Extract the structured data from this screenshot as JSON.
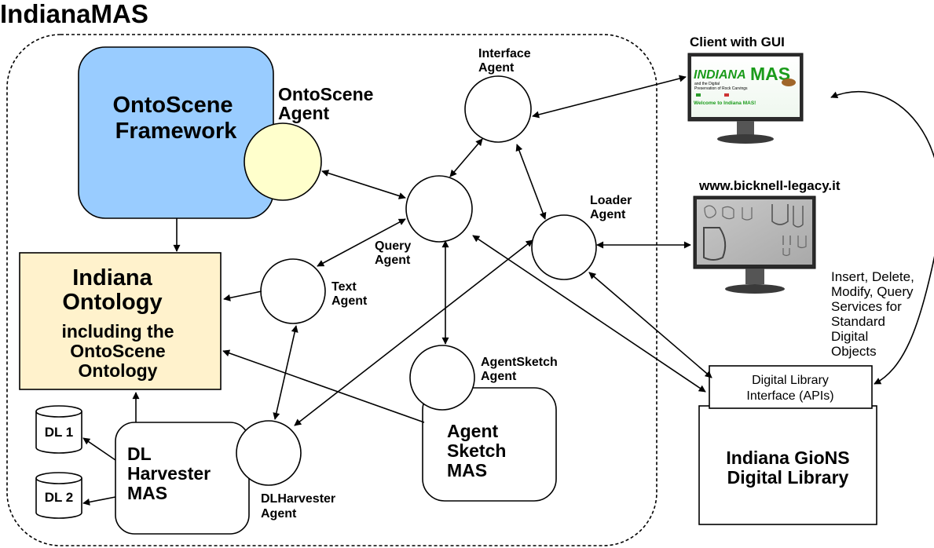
{
  "title": "IndianaMAS",
  "ontoscene_framework": {
    "line1": "OntoScene",
    "line2": "Framework"
  },
  "ontoscene_agent": {
    "line1": "OntoScene",
    "line2": "Agent"
  },
  "interface_agent": {
    "line1": "Interface",
    "line2": "Agent"
  },
  "query_agent": {
    "line1": "Query",
    "line2": "Agent"
  },
  "loader_agent": {
    "line1": "Loader",
    "line2": "Agent"
  },
  "text_agent": {
    "line1": "Text",
    "line2": "Agent"
  },
  "agentsketch_agent": {
    "line1": "AgentSketch",
    "line2": "Agent"
  },
  "dlharvester_agent": {
    "line1": "DLHarvester",
    "line2": "Agent"
  },
  "indiana_ontology": {
    "line1": "Indiana",
    "line2": "Ontology",
    "line3": "including the",
    "line4": "OntoScene",
    "line5": "Ontology"
  },
  "dl_harvester_mas": {
    "line1": "DL",
    "line2": "Harvester",
    "line3": "MAS"
  },
  "agent_sketch_mas": {
    "line1": "Agent",
    "line2": "Sketch",
    "line3": "MAS"
  },
  "dl1": "DL 1",
  "dl2": "DL 2",
  "client_gui": {
    "label": "Client with GUI",
    "screen_logo_left": "INDIANA",
    "screen_logo_right": "MAS",
    "screen_sub1": "and the Digital",
    "screen_sub2": "Preservation of Rock Carvings",
    "screen_welcome": "Welcome to Indiana MAS!"
  },
  "website_label": "www.bicknell-legacy.it",
  "services": {
    "line1": "Insert, Delete,",
    "line2": "Modify, Query",
    "line3": "Services for",
    "line4": "Standard",
    "line5": "Digital",
    "line6": "Objects"
  },
  "dl_interface": {
    "line1": "Digital Library",
    "line2": "Interface (APIs)"
  },
  "gions": {
    "line1": "Indiana GioNS",
    "line2": "Digital Library"
  },
  "colors": {
    "framework_fill": "#99ccff",
    "agent_fill": "#ffffcc",
    "ontology_fill": "#fff2cc",
    "logo_green": "#1a9b1a"
  }
}
